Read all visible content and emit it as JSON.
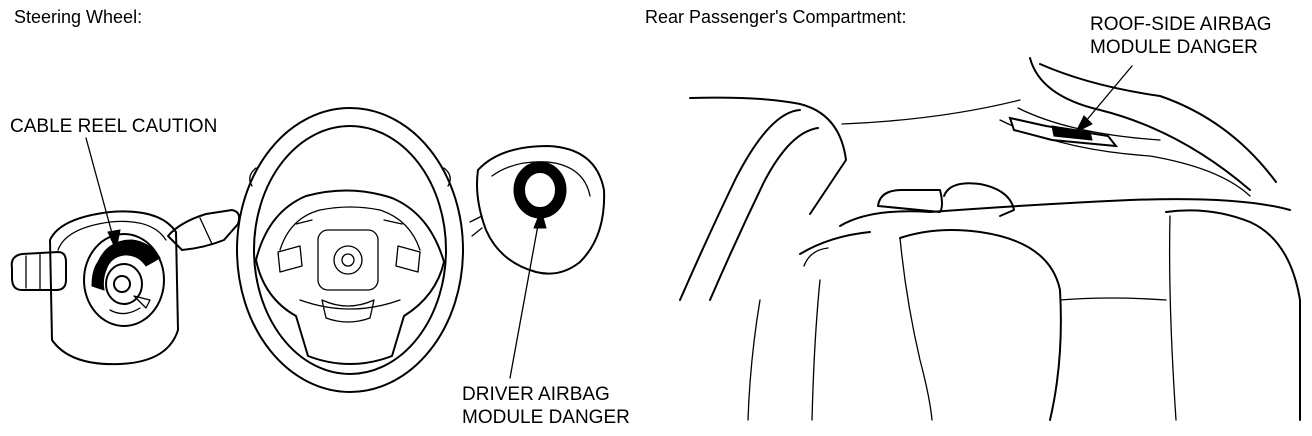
{
  "sections": {
    "steering_wheel": {
      "title": "Steering Wheel:"
    },
    "rear_compartment": {
      "title": "Rear Passenger's Compartment:"
    }
  },
  "callouts": {
    "cable_reel": {
      "text": "CABLE REEL CAUTION"
    },
    "driver_airbag": {
      "line1": "DRIVER AIRBAG",
      "line2": "MODULE DANGER"
    },
    "roof_side_airbag": {
      "line1": "ROOF-SIDE AIRBAG",
      "line2": "MODULE DANGER"
    }
  }
}
